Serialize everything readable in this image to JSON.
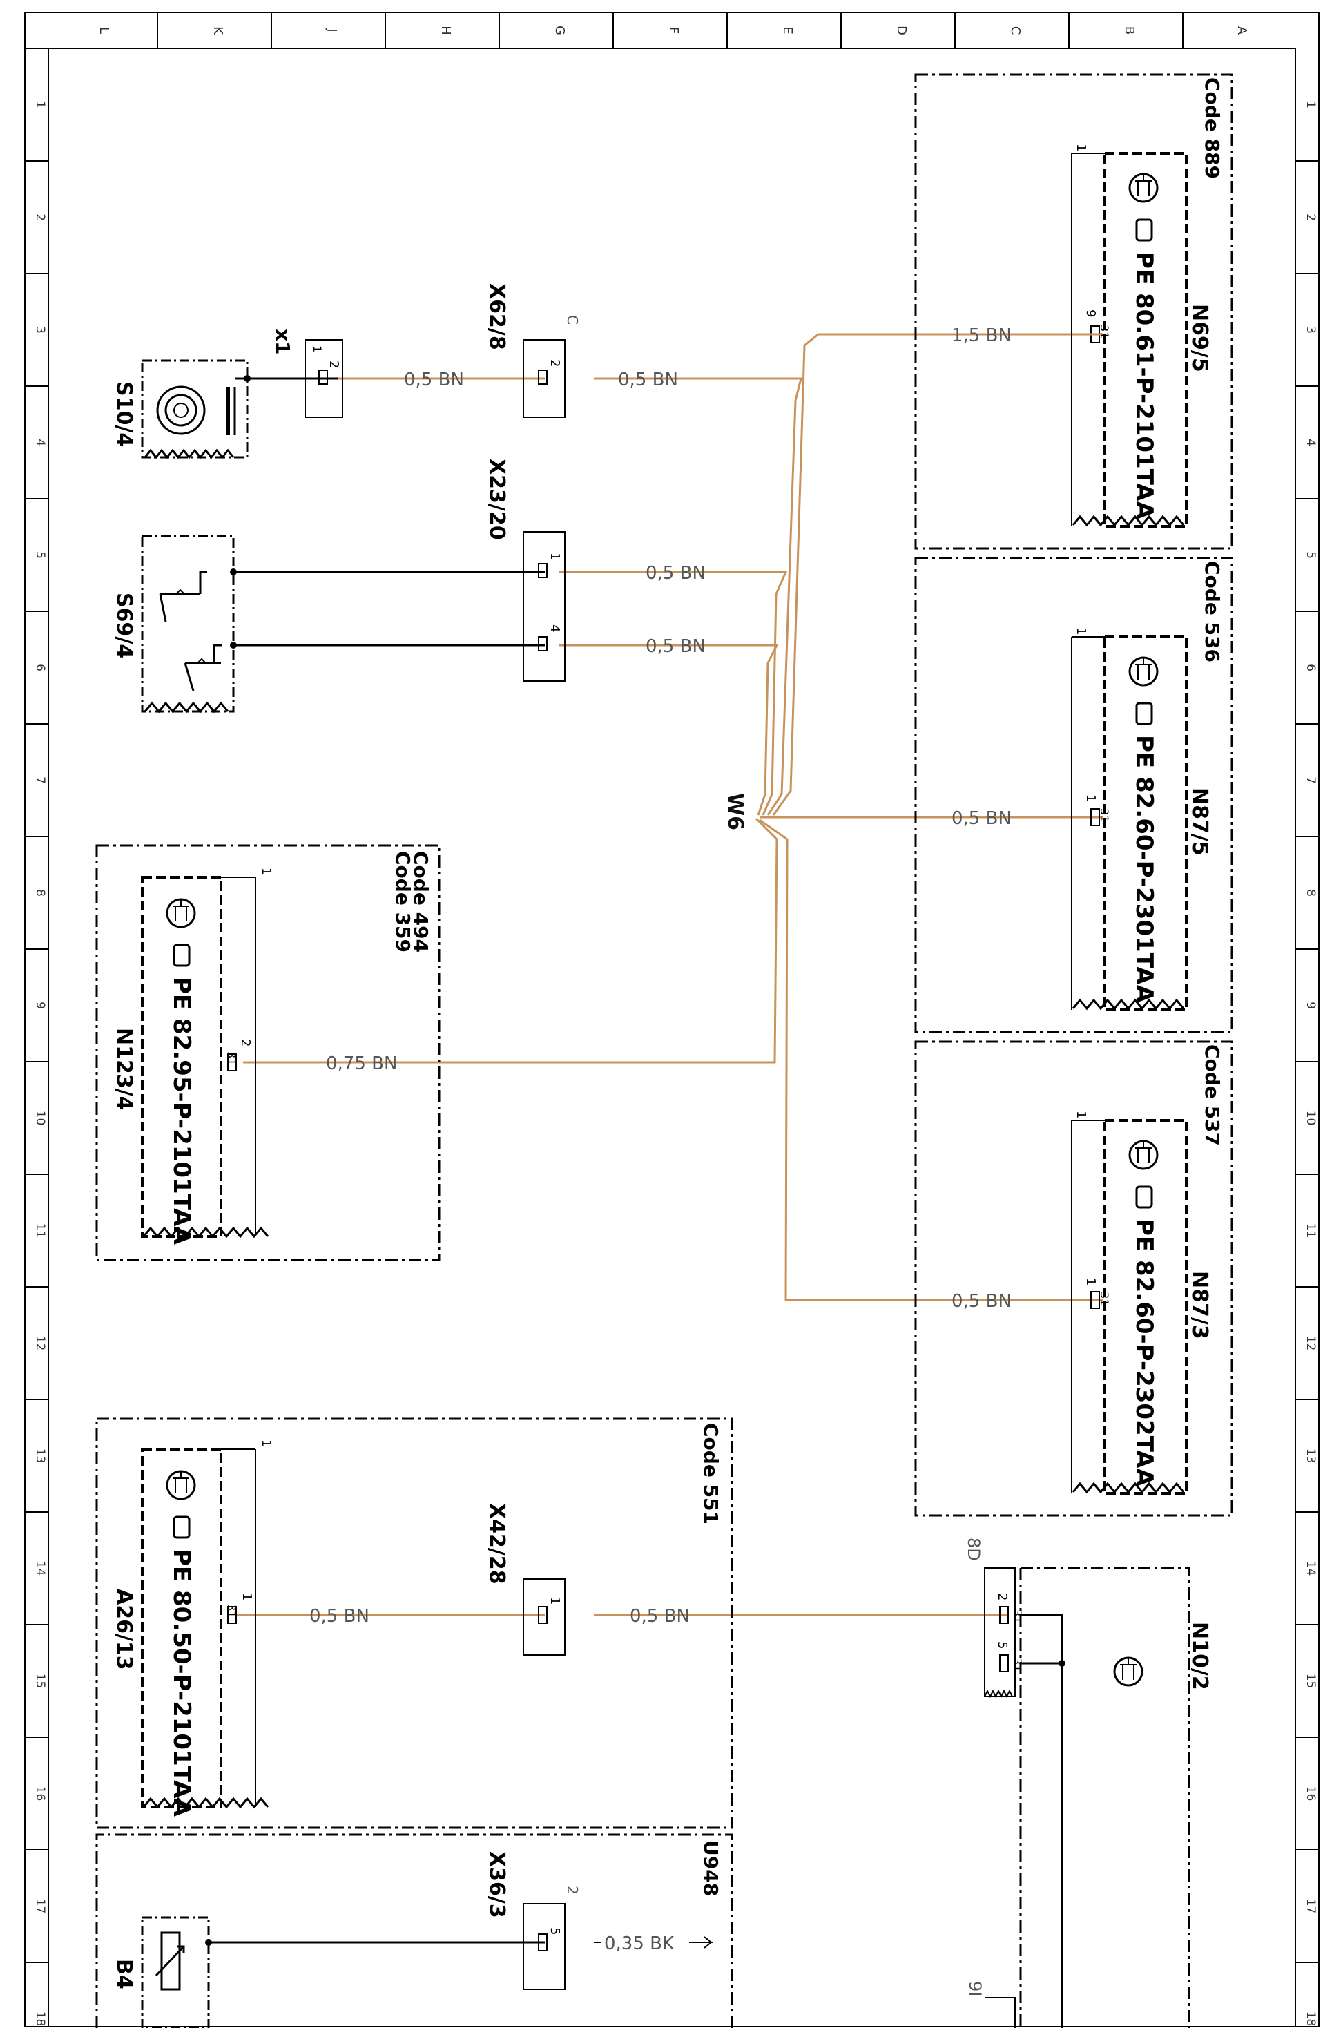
{
  "frame": {
    "column_letters": [
      "L",
      "K",
      "J",
      "H",
      "G",
      "F",
      "E",
      "D",
      "C",
      "B",
      "A"
    ],
    "row_numbers": [
      "1",
      "2",
      "3",
      "4",
      "5",
      "6",
      "7",
      "8",
      "9",
      "10",
      "11",
      "12",
      "13",
      "14",
      "15",
      "16",
      "17",
      "18"
    ]
  },
  "colors": {
    "wire_brown": "#c8925a",
    "line": "#000000",
    "text": "#111111",
    "wire_text": "#555555"
  },
  "components": {
    "S10_4": "S10/4",
    "S69_4": "S69/4",
    "N123_4": {
      "label": "N123/4",
      "pe": "PE 82.95-P-2101TAA",
      "code1": "Code 494",
      "code2": "Code 359",
      "pin": "2",
      "pin_num": "31"
    },
    "N69_5": {
      "label": "N69/5",
      "pe": "PE 80.61-P-2101TAA",
      "code": "Code 889",
      "pin": "9",
      "pin_num": "31"
    },
    "N87_5": {
      "label": "N87/5",
      "pe": "PE 82.60-P-2301TAA",
      "code": "Code 536",
      "pin": "1",
      "pin_num": "31"
    },
    "N87_3": {
      "label": "N87/3",
      "pe": "PE 82.60-P-2302TAA",
      "code": "Code 537",
      "pin": "1",
      "pin_num": "31"
    },
    "A26_13": {
      "label": "A26/13",
      "pe": "PE 80.50-P-2101TAA",
      "code": "Code 551",
      "pin": "1",
      "pin_num": "31"
    },
    "N10_2": {
      "label": "N10/2",
      "conn": "8D",
      "pin_a": "2",
      "pin_b": "5",
      "pin_num_a": "31",
      "pin_num_b": "31",
      "conn2": "9I"
    },
    "B4": "B4",
    "U948": "U948"
  },
  "connectors": {
    "x1": {
      "label": "x1",
      "pin": "2"
    },
    "X62_8": {
      "label": "X62/8",
      "letter": "C",
      "pin": "2"
    },
    "X23_20": {
      "label": "X23/20",
      "pin_a": "1",
      "pin_b": "4"
    },
    "X42_28": {
      "label": "X42/28",
      "pin": "1"
    },
    "X36_3": {
      "label": "X36/3",
      "cavity": "2",
      "pin": "5"
    }
  },
  "harness": "W6",
  "wires": {
    "s10_x62": "0,5 BN",
    "x62_w6": "0,5 BN",
    "n69": "1,5 BN",
    "x23_1": "0,5 BN",
    "x23_4": "0,5 BN",
    "n87_5": "0,5 BN",
    "n123": "0,75 BN",
    "n87_3": "0,5 BN",
    "a26_x42": "0,5 BN",
    "x42_n10": "0,5 BN",
    "x36": "0,35 BK"
  },
  "connector_pin_one": "1"
}
